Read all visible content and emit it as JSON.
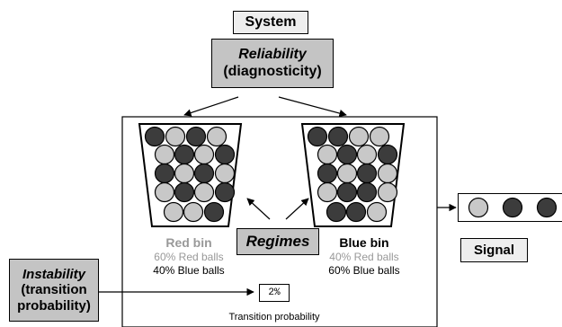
{
  "system": {
    "label": "System"
  },
  "reliability": {
    "title": "Reliability",
    "subtitle": "(diagnosticity)"
  },
  "regimes": {
    "label": "Regimes"
  },
  "red_bin": {
    "title": "Red bin",
    "line1": "60% Red balls",
    "line2": "40% Blue balls"
  },
  "blue_bin": {
    "title": "Blue bin",
    "line1": "40% Red balls",
    "line2": "60% Blue balls"
  },
  "signal": {
    "label": "Signal",
    "balls": [
      "light",
      "dark",
      "dark"
    ]
  },
  "instability": {
    "title": "Instability",
    "line1": "(transition",
    "line2": "probability)"
  },
  "transition": {
    "value": "2%",
    "label": "Transition probability"
  },
  "colors": {
    "light_ball": "#c8c8c8",
    "dark_ball": "#3c3c3c",
    "box_light": "#eeeeee",
    "box_dark": "#c4c4c4",
    "red_bin_title": "#999999"
  }
}
